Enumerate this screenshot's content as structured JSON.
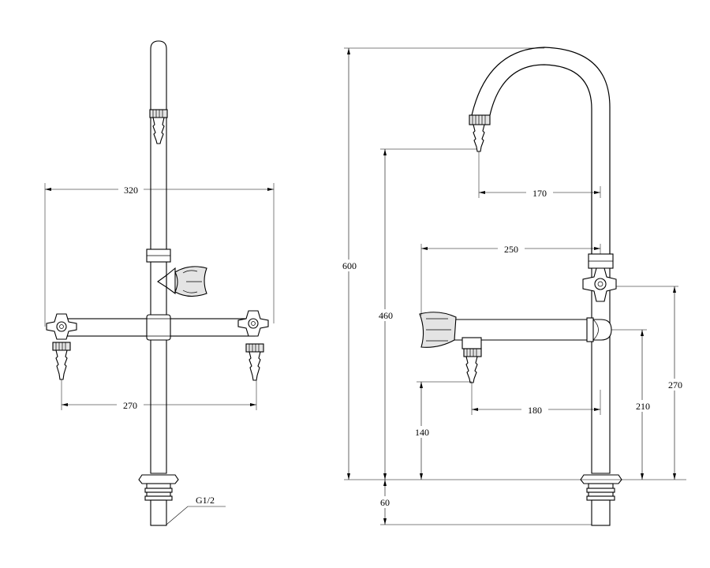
{
  "dimensions": {
    "front_width_outer": "320",
    "front_width_nozzles": "270",
    "thread_label": "G1/2",
    "total_height": "600",
    "upper_nozzle_height": "460",
    "upper_reach": "170",
    "arm_reach": "250",
    "lower_reach": "180",
    "lower_nozzle_height": "140",
    "arm_height": "210",
    "valve_height": "270",
    "shank_length": "60"
  }
}
